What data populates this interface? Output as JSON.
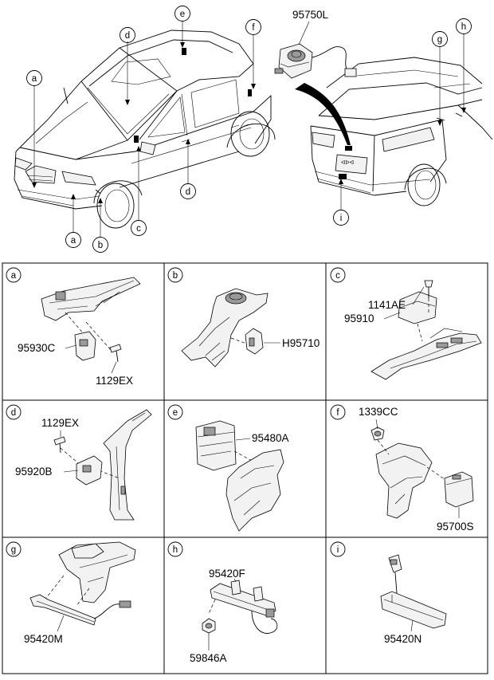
{
  "overview": {
    "callouts": [
      "a",
      "b",
      "c",
      "d",
      "e",
      "f",
      "g",
      "h",
      "i"
    ],
    "part_numbers": {
      "rear_module": "95750L"
    }
  },
  "panels": [
    {
      "letter": "a",
      "labels": [
        "95930C",
        "1129EX"
      ]
    },
    {
      "letter": "b",
      "labels": [
        "H95710"
      ]
    },
    {
      "letter": "c",
      "labels": [
        "1141AE",
        "95910"
      ]
    },
    {
      "letter": "d",
      "labels": [
        "1129EX",
        "95920B"
      ]
    },
    {
      "letter": "e",
      "labels": [
        "95480A"
      ]
    },
    {
      "letter": "f",
      "labels": [
        "1339CC",
        "95700S"
      ]
    },
    {
      "letter": "g",
      "labels": [
        "95420M"
      ]
    },
    {
      "letter": "h",
      "labels": [
        "95420F",
        "59846A"
      ]
    },
    {
      "letter": "i",
      "labels": [
        "95420N"
      ]
    }
  ]
}
